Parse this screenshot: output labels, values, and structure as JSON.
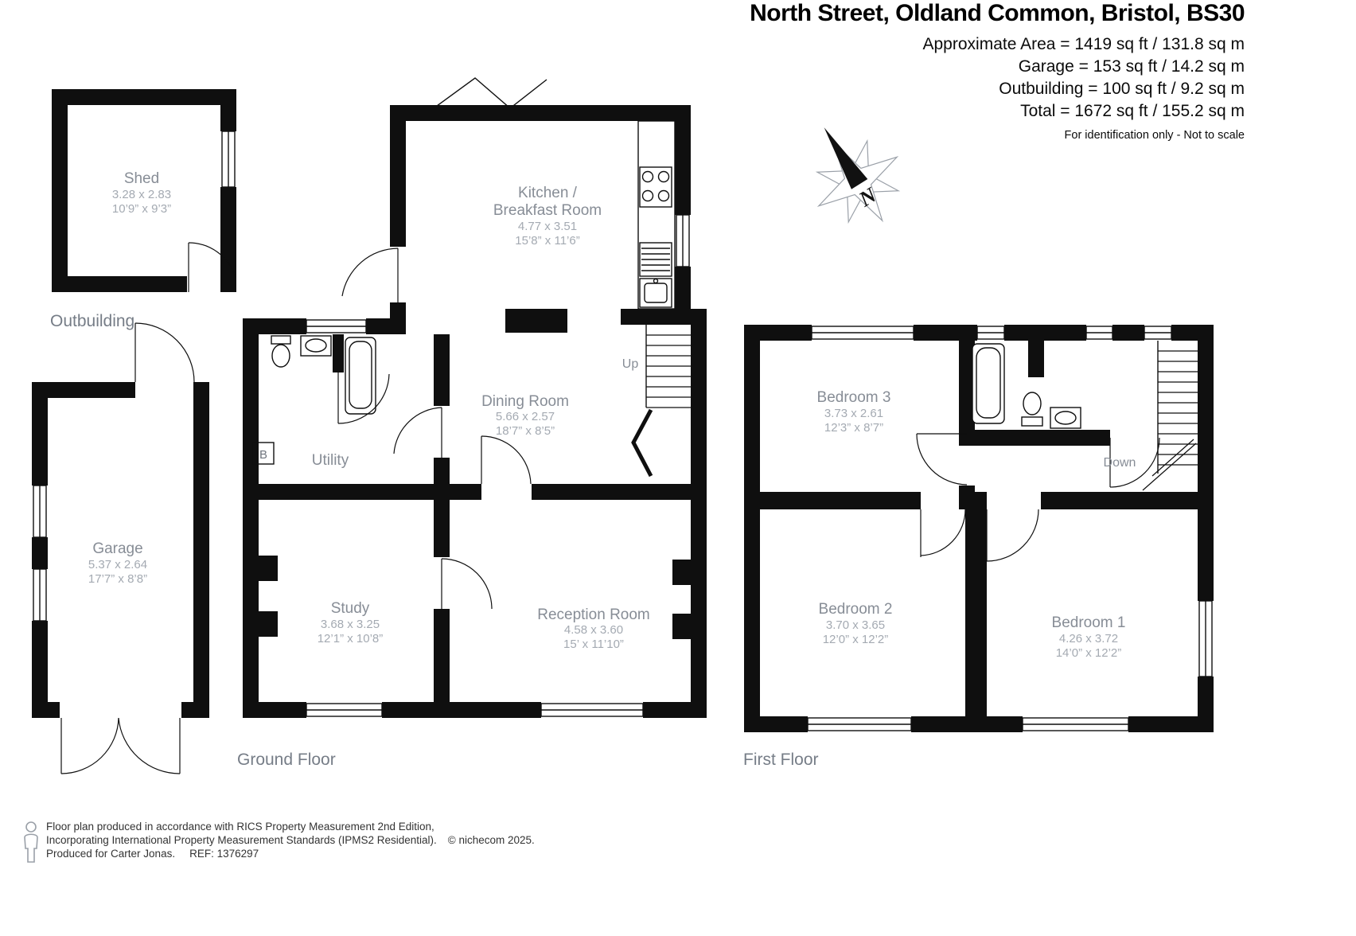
{
  "header": {
    "title": "North Street, Oldland Common, Bristol, BS30",
    "area_lines": [
      "Approximate Area = 1419 sq ft / 131.8 sq m",
      "Garage = 153 sq ft / 14.2 sq m",
      "Outbuilding = 100 sq ft / 9.2 sq m",
      "Total = 1672 sq ft / 155.2 sq m"
    ],
    "disclaimer": "For identification only - Not to scale"
  },
  "compass": {
    "n": "N"
  },
  "floors": {
    "outbuilding_label": "Outbuilding",
    "ground_label": "Ground Floor",
    "first_label": "First Floor"
  },
  "rooms": {
    "shed": {
      "name": "Shed",
      "metric": "3.28 x 2.83",
      "imperial": "10’9” x 9’3”"
    },
    "kitchen": {
      "name": "Kitchen /",
      "name2": "Breakfast Room",
      "metric": "4.77 x 3.51",
      "imperial": "15’8” x 11’6”"
    },
    "dining": {
      "name": "Dining Room",
      "metric": "5.66 x 2.57",
      "imperial": "18’7” x 8’5”"
    },
    "garage": {
      "name": "Garage",
      "metric": "5.37 x 2.64",
      "imperial": "17’7” x 8’8”"
    },
    "study": {
      "name": "Study",
      "metric": "3.68 x 3.25",
      "imperial": "12’1” x 10’8”"
    },
    "reception": {
      "name": "Reception Room",
      "metric": "4.58 x 3.60",
      "imperial": "15’ x 11’10”"
    },
    "bedroom3": {
      "name": "Bedroom 3",
      "metric": "3.73 x 2.61",
      "imperial": "12’3” x 8’7”"
    },
    "bedroom2": {
      "name": "Bedroom 2",
      "metric": "3.70 x 3.65",
      "imperial": "12’0” x 12’2”"
    },
    "bedroom1": {
      "name": "Bedroom 1",
      "metric": "4.26 x 3.72",
      "imperial": "14’0” x 12’2”"
    }
  },
  "annotations": {
    "up": "Up",
    "down": "Down",
    "utility": "Utility",
    "boiler": "B"
  },
  "footer": {
    "line1": "Floor plan produced in accordance with RICS Property Measurement 2nd Edition,",
    "line2": "Incorporating International Property Measurement Standards (IPMS2 Residential).",
    "copyright": "© nichecom 2025.",
    "line3a": "Produced for Carter Jonas.",
    "line3b": "REF: 1376297"
  }
}
